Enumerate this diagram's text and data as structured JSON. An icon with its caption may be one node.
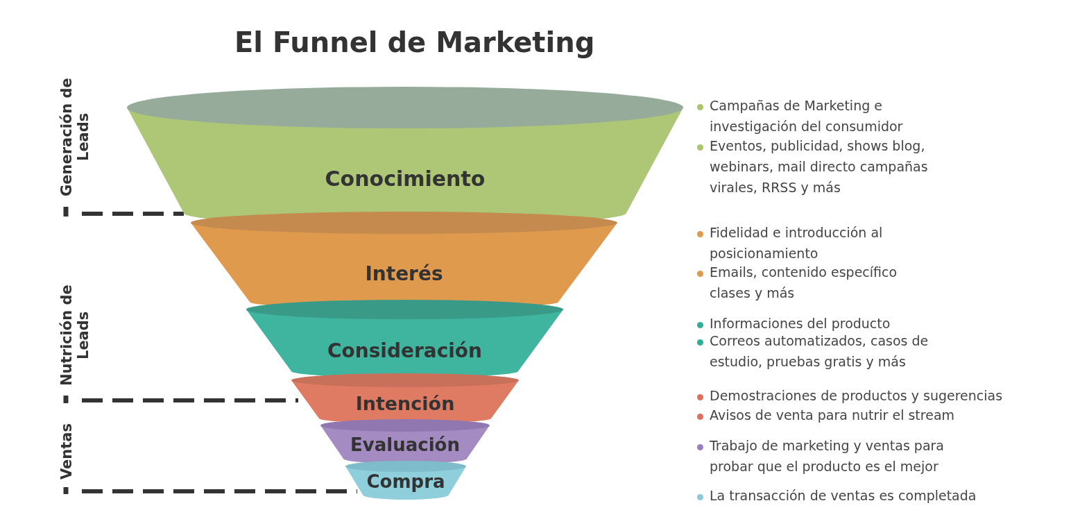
{
  "diagram": {
    "title": "El Funnel de Marketing",
    "nodes": [
      {
        "text": [
          "Conocimiento"
        ]
      },
      {
        "text": [
          "Interés"
        ]
      },
      {
        "text": [
          "Consideración"
        ]
      },
      {
        "text": [
          "Intención"
        ]
      },
      {
        "text": [
          "Evaluación"
        ]
      },
      {
        "text": [
          "Compra"
        ]
      }
    ],
    "labels": [
      "Generación de Leads",
      "Nutrición de Leads",
      "Ventas",
      "Campañas de Marketing e investigación del consumidor",
      "Eventos, publicidad, shows blog, webinars, mail directo campañas virales, RRSS y más",
      "Fidelidad e introducción al posicionamiento",
      "Emails, contenido específico clases y más",
      "Informaciones del producto",
      "Correos automatizados, casos de estudio, pruebas gratis y más",
      "Demostraciones de productos y sugerencias",
      "Avisos de venta para nutrir el stream",
      "Trabajo de marketing y ventas para probar que el producto es el mejor",
      "La transacción de ventas es completada"
    ]
  }
}
